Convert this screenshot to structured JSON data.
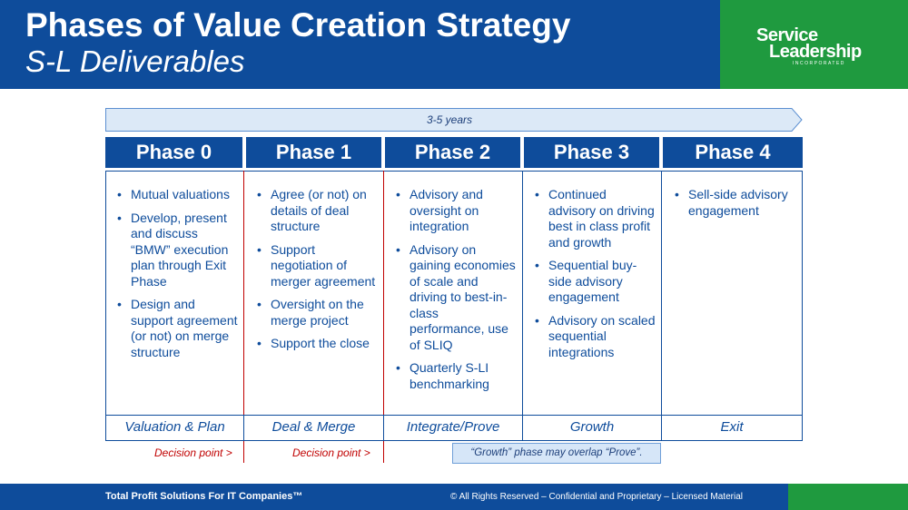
{
  "header": {
    "title": "Phases of Value Creation Strategy",
    "subtitle": "S-L Deliverables"
  },
  "logo": {
    "line1": "Service",
    "line2": "Leadership",
    "line3": "INCORPORATED"
  },
  "timeline_label": "3-5 years",
  "phases": [
    {
      "name": "Phase 0",
      "bullets": [
        "Mutual valuations",
        "Develop, present and discuss “BMW” execution plan through Exit Phase",
        "Design and support agreement (or not) on merge structure"
      ],
      "label": "Valuation & Plan"
    },
    {
      "name": "Phase 1",
      "bullets": [
        "Agree (or not) on details of deal structure",
        "Support negotiation of merger agreement",
        "Oversight on the merge project",
        "Support the close"
      ],
      "label": "Deal & Merge"
    },
    {
      "name": "Phase 2",
      "bullets": [
        "Advisory and oversight on integration",
        "Advisory on gaining economies of scale and driving to best-in-class performance, use of SLIQ",
        "Quarterly S-LI benchmarking"
      ],
      "label": "Integrate/Prove"
    },
    {
      "name": "Phase 3",
      "bullets": [
        "Continued advisory on driving best in class profit and growth",
        "Sequential buy-side advisory engagement",
        "Advisory on scaled sequential integrations"
      ],
      "label": "Growth"
    },
    {
      "name": "Phase 4",
      "bullets": [
        "Sell-side advisory engagement"
      ],
      "label": "Exit"
    }
  ],
  "decision_points": [
    "Decision point >",
    "Decision point >"
  ],
  "overlap_note": "“Growth” phase may overlap “Prove”.",
  "footer": {
    "left": "Total Profit Solutions For IT Companies™",
    "right": "© All Rights Reserved – Confidential and Proprietary – Licensed Material"
  },
  "colors": {
    "brand_blue": "#0e4c9b",
    "brand_green": "#1f9a3f",
    "decision_red": "#c00000",
    "light_blue": "#d6e6f8"
  }
}
